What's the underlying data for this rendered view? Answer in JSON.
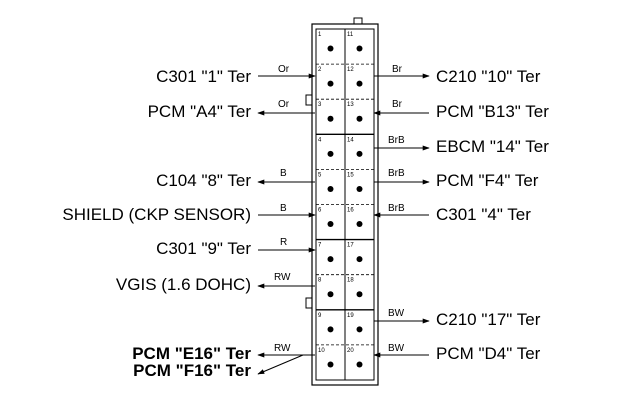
{
  "connector": {
    "pins": [
      {
        "left": "1",
        "right": "11"
      },
      {
        "left": "2",
        "right": "12"
      },
      {
        "left": "3",
        "right": "13"
      },
      {
        "left": "4",
        "right": "14"
      },
      {
        "left": "5",
        "right": "15"
      },
      {
        "left": "6",
        "right": "16"
      },
      {
        "left": "7",
        "right": "17"
      },
      {
        "left": "8",
        "right": "18"
      },
      {
        "left": "9",
        "right": "19"
      },
      {
        "left": "10",
        "right": "20"
      }
    ]
  },
  "left_circuits": [
    {
      "label": "C301 \"1\" Ter",
      "wire": "Or"
    },
    {
      "label": "PCM \"A4\" Ter",
      "wire": "Or"
    },
    {
      "label": "C104 \"8\" Ter",
      "wire": "B"
    },
    {
      "label": "SHIELD (CKP SENSOR)",
      "wire": "B"
    },
    {
      "label": "C301 \"9\" Ter",
      "wire": "R"
    },
    {
      "label": "VGIS (1.6 DOHC)",
      "wire": "RW"
    },
    {
      "label": "PCM \"E16\" Ter",
      "wire": "RW"
    },
    {
      "label": "PCM \"F16\" Ter",
      "wire": ""
    }
  ],
  "right_circuits": [
    {
      "label": "C210 \"10\" Ter",
      "wire": "Br"
    },
    {
      "label": "PCM \"B13\" Ter",
      "wire": "Br"
    },
    {
      "label": "EBCM \"14\" Ter",
      "wire": "BrB"
    },
    {
      "label": "PCM \"F4\" Ter",
      "wire": "BrB"
    },
    {
      "label": "C301 \"4\" Ter",
      "wire": "BrB"
    },
    {
      "label": "C210 \"17\" Ter",
      "wire": "BW"
    },
    {
      "label": "PCM \"D4\" Ter",
      "wire": "BW"
    }
  ]
}
